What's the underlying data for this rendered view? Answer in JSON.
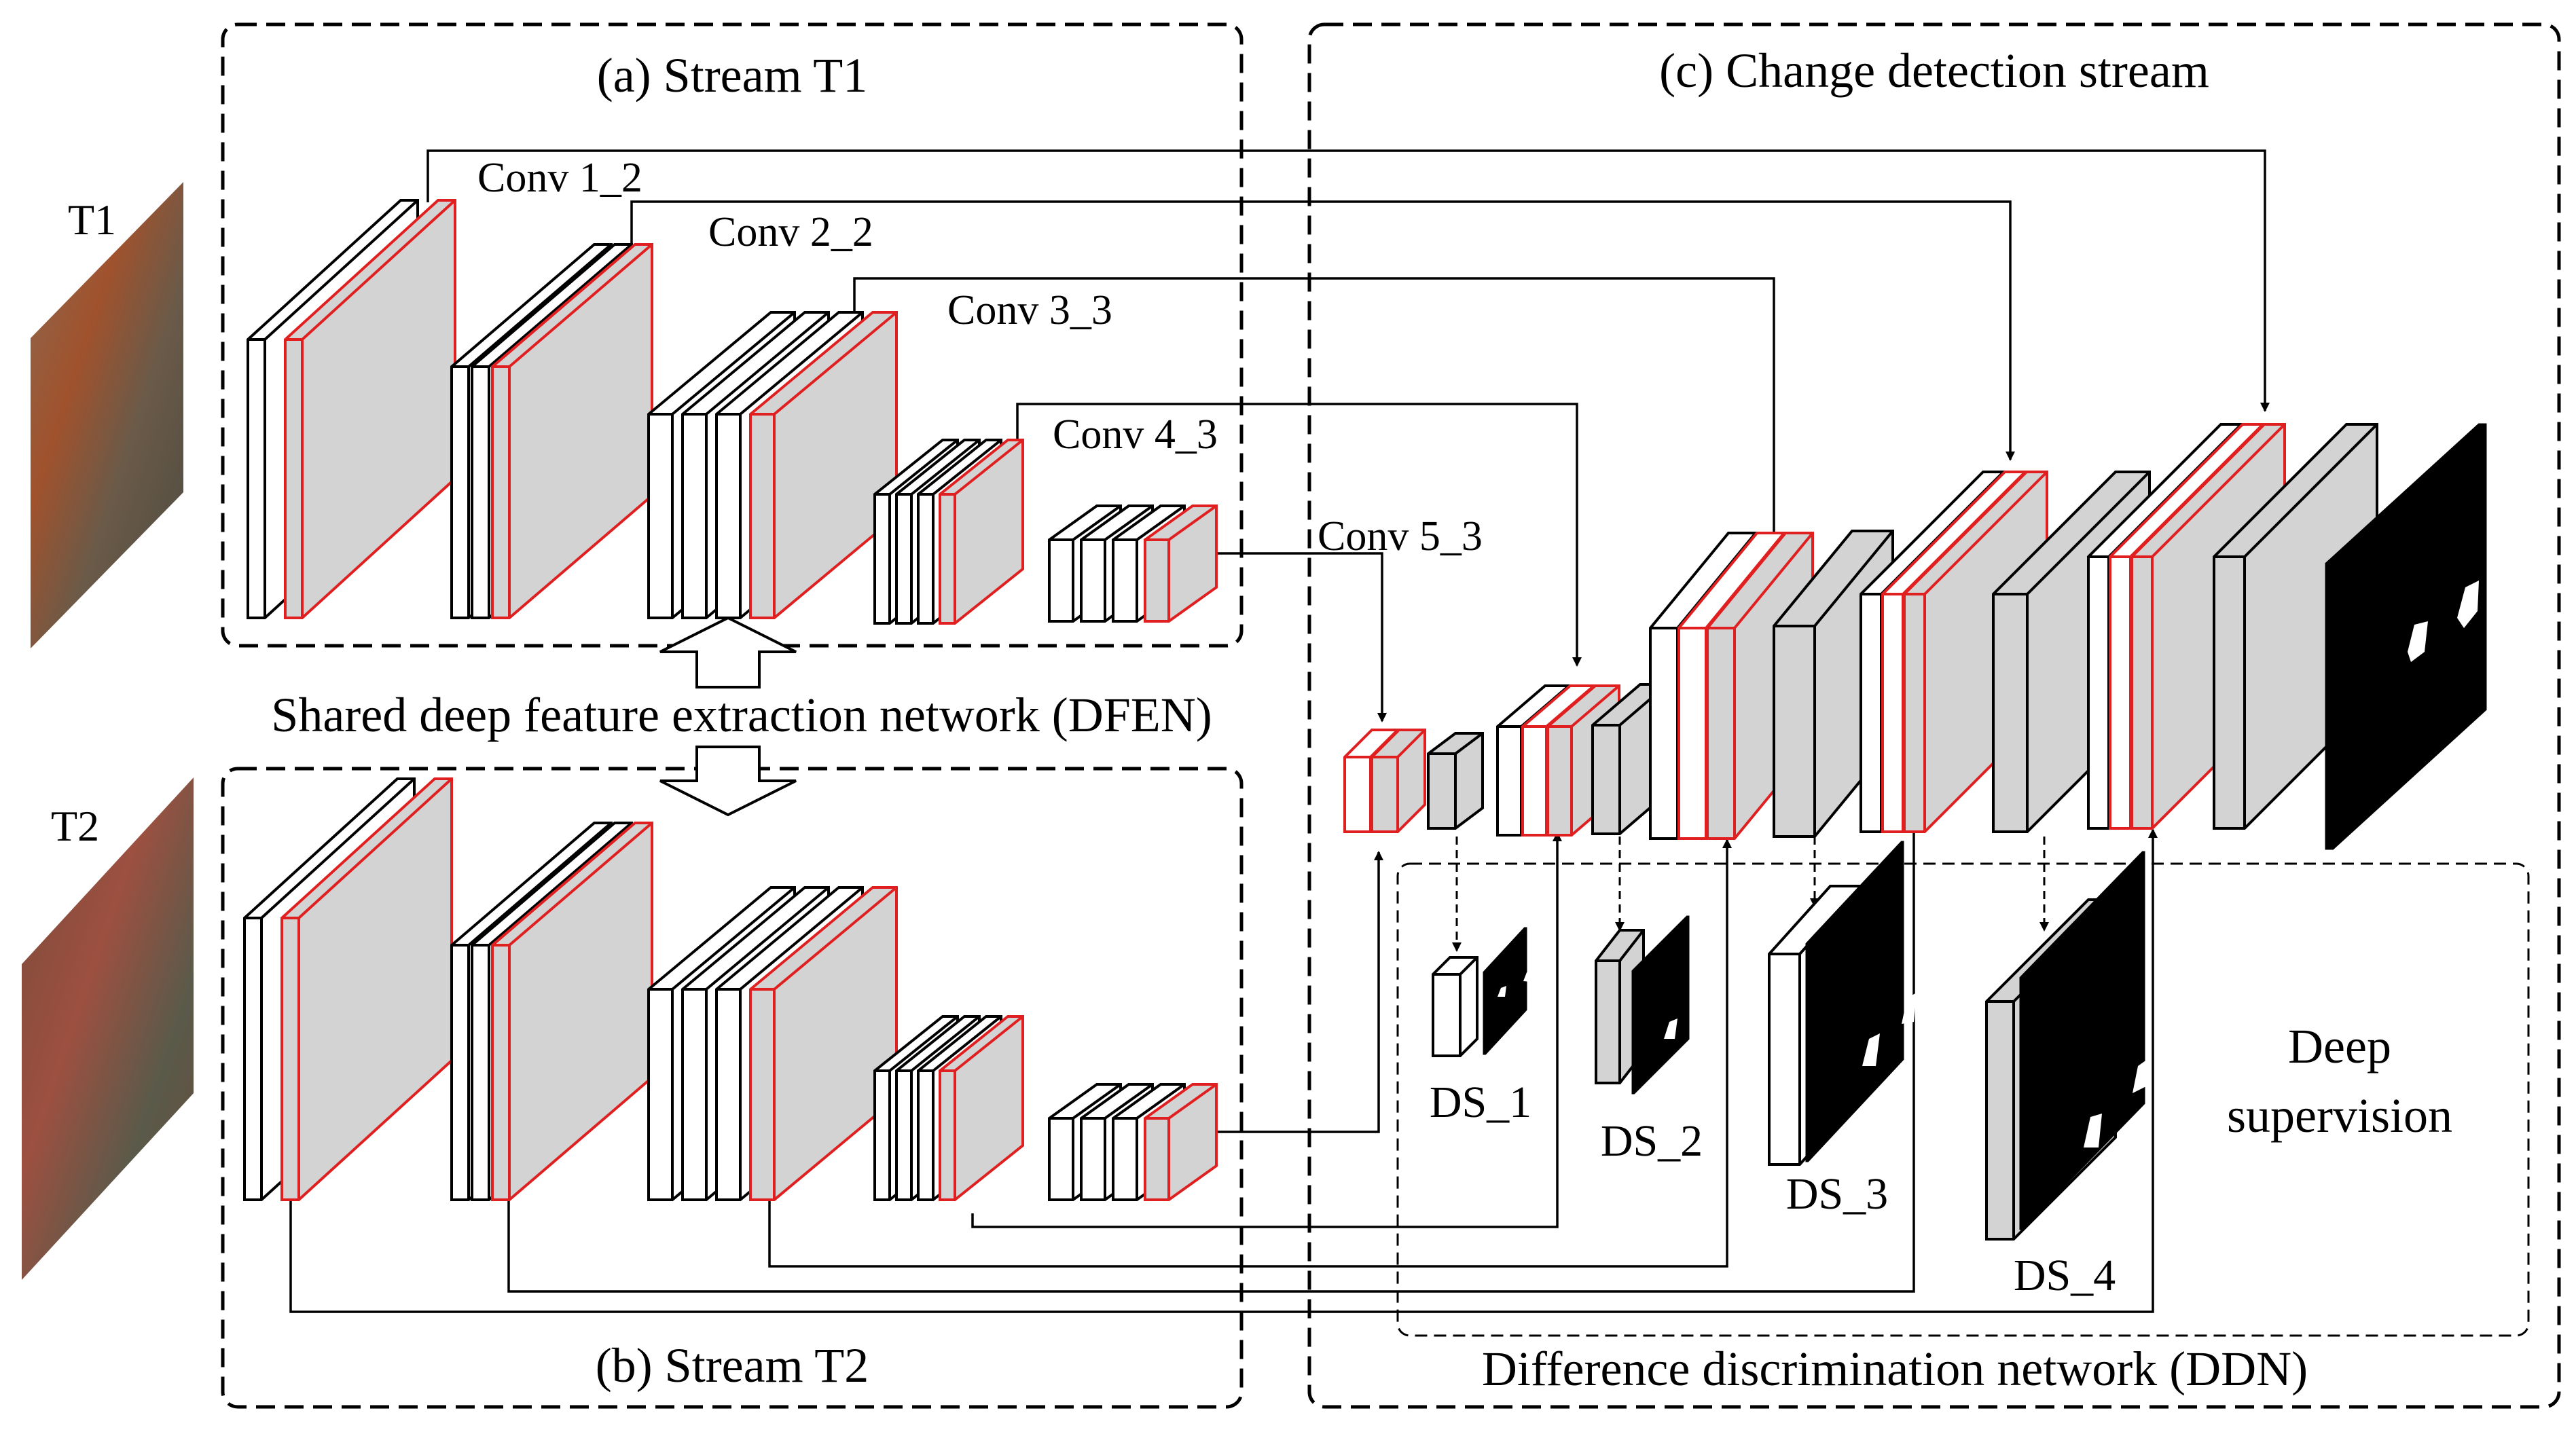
{
  "labels": {
    "t1": "T1",
    "t2": "T2",
    "stream_t1": "(a) Stream T1",
    "stream_t2": "(b) Stream T2",
    "change_stream": "(c) Change detection stream",
    "dfen": "Shared deep feature extraction network (DFEN)",
    "ddn": "Difference discrimination network (DDN)",
    "deep_supervision_1": "Deep",
    "deep_supervision_2": "supervision",
    "conv1": "Conv 1_2",
    "conv2": "Conv 2_2",
    "conv3": "Conv 3_3",
    "conv4": "Conv 4_3",
    "conv5": "Conv 5_3",
    "ds1": "DS_1",
    "ds2": "DS_2",
    "ds3": "DS_3",
    "ds4": "DS_4"
  },
  "colors": {
    "feature_map_fill": "#d3d3d3",
    "highlight_outline": "#e02020",
    "output_map": "#000000",
    "line": "#000000"
  }
}
